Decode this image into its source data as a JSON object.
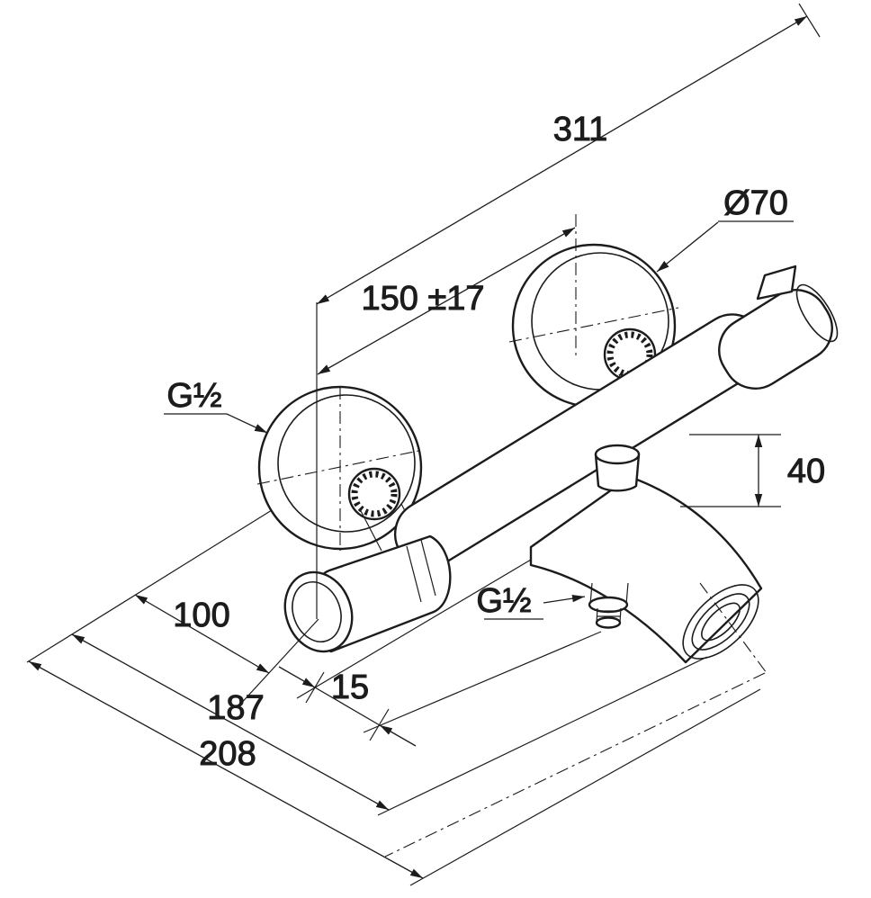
{
  "colors": {
    "background": "#ffffff",
    "line": "#1c1c1c"
  },
  "labels": {
    "overall_width": "311",
    "escutcheon_diameter": "Ø70",
    "connection_spacing": "150 ±17",
    "wall_connection_thread": "G½",
    "spout_drop": "40",
    "wall_to_handle_depth": "100",
    "axis_offset": "15",
    "wall_to_spout_depth": "187",
    "overall_depth": "208",
    "shower_outlet_thread": "G½"
  }
}
